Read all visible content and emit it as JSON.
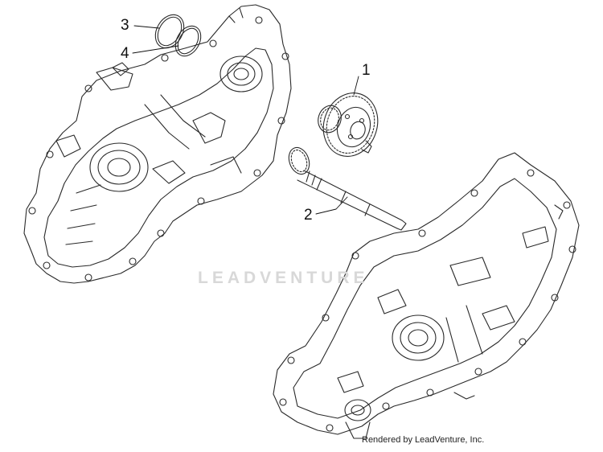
{
  "callouts": {
    "c1": "1",
    "c2": "2",
    "c3": "3",
    "c4": "4"
  },
  "watermark": {
    "text": "LEADVENTURE"
  },
  "credit": {
    "text": "Rendered by LeadVenture, Inc."
  },
  "colors": {
    "line": "#2a2a2a",
    "watermark": "#d8d8d8"
  }
}
